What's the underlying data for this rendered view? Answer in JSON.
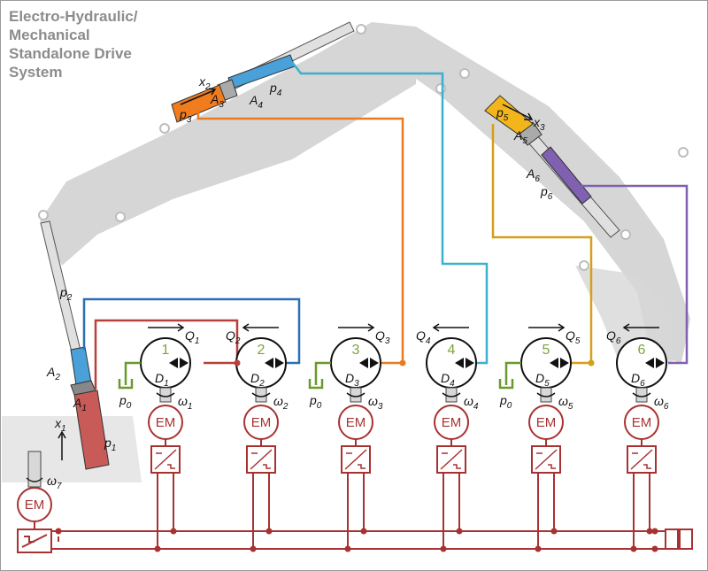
{
  "title_lines": [
    "Electro-Hydraulic/",
    "Mechanical",
    "Standalone Drive",
    "System"
  ],
  "colors": {
    "frame_gray": "#cfcfcf",
    "cyl1": "#c85a57",
    "cyl2": "#f07c1e",
    "cyl3": "#f2b51c",
    "rod_blue": "#4aa0d8",
    "rod_purple": "#8060b0",
    "line_blue": "#2c6fb6",
    "line_red": "#b8403a",
    "line_orange": "#e87a22",
    "line_cyan": "#3bb0cf",
    "line_gold": "#d4a018",
    "line_purple": "#8060b0",
    "tank_green": "#6a9a2c",
    "electric": "#a83232"
  },
  "units": [
    {
      "num": "1",
      "D_sub": "1",
      "omega_sub": "1",
      "Q_sub": "1",
      "has_tank": true,
      "p0": "p",
      "p0_sub": "0"
    },
    {
      "num": "2",
      "D_sub": "2",
      "omega_sub": "2",
      "Q_sub": "2",
      "has_tank": false
    },
    {
      "num": "3",
      "D_sub": "3",
      "omega_sub": "3",
      "Q_sub": "3",
      "has_tank": true,
      "p0": "p",
      "p0_sub": "0"
    },
    {
      "num": "4",
      "D_sub": "4",
      "omega_sub": "4",
      "Q_sub": "4",
      "has_tank": false
    },
    {
      "num": "5",
      "D_sub": "5",
      "omega_sub": "5",
      "Q_sub": "5",
      "has_tank": true,
      "p0": "p",
      "p0_sub": "0"
    },
    {
      "num": "6",
      "D_sub": "6",
      "omega_sub": "6",
      "Q_sub": "6",
      "has_tank": false
    }
  ],
  "em_label": "EM",
  "labels": {
    "D": "D",
    "omega": "ω",
    "Q": "Q",
    "p": "p",
    "A": "A",
    "x": "x",
    "omega7_sub": "7",
    "cyl1": {
      "x_sub": "1",
      "p_top_sub": "2",
      "p_bottom_sub": "1",
      "A_top_sub": "2",
      "A_bottom_sub": "1"
    },
    "cyl2": {
      "x_sub": "2",
      "p_rod_sub": "4",
      "p_cap_sub": "3",
      "A_cap_sub": "3",
      "A_rod_sub": "4"
    },
    "cyl3": {
      "x_sub": "3",
      "p_cap_sub": "5",
      "p_rod_sub": "6",
      "A_cap_sub": "5",
      "A_rod_sub": "6"
    }
  }
}
